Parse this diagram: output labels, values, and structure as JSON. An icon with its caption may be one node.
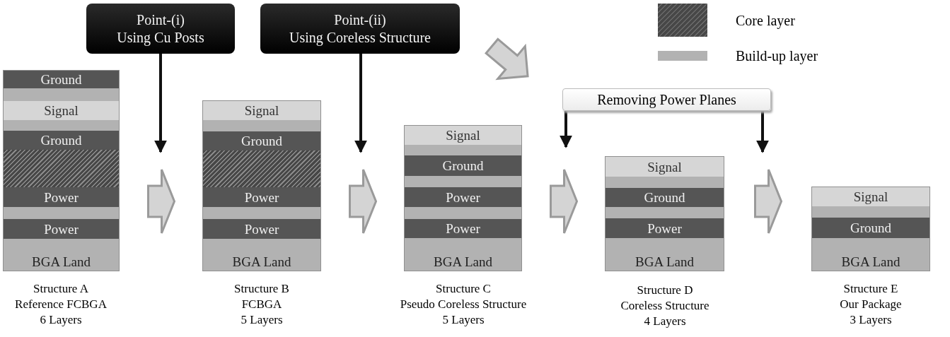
{
  "diagram": {
    "nodes": [
      {
        "text": [],
        "shape": "box",
        "beside": [
          "Structure A",
          "Reference FCBGA",
          "6 Layers"
        ]
      },
      {
        "text": [
          "Ground"
        ],
        "in": 0
      },
      {
        "text": [],
        "shape": "bar",
        "in": 0
      },
      {
        "text": [
          "Signal"
        ],
        "in": 0
      },
      {
        "text": [],
        "shape": "bar",
        "in": 0
      },
      {
        "text": [
          "Ground"
        ],
        "in": 0
      },
      {
        "text": [],
        "shape": "bar",
        "in": 0
      },
      {
        "text": [
          "Power"
        ],
        "in": 0
      },
      {
        "text": [],
        "shape": "bar",
        "in": 0
      },
      {
        "text": [
          "Power"
        ],
        "in": 0
      },
      {
        "text": [
          "BGA Land"
        ],
        "in": 0
      },
      {
        "text": [],
        "shape": "box",
        "beside": [
          "Structure B",
          "FCBGA",
          "5 Layers"
        ]
      },
      {
        "text": [
          "Signal"
        ],
        "in": 11
      },
      {
        "text": [],
        "shape": "bar",
        "in": 11
      },
      {
        "text": [
          "Ground"
        ],
        "in": 11
      },
      {
        "text": [],
        "shape": "bar",
        "in": 11
      },
      {
        "text": [
          "Power"
        ],
        "in": 11
      },
      {
        "text": [],
        "shape": "bar",
        "in": 11
      },
      {
        "text": [
          "Power"
        ],
        "in": 11
      },
      {
        "text": [
          "BGA Land"
        ],
        "in": 11
      },
      {
        "text": [],
        "shape": "box",
        "beside": [
          "Structure C",
          "Pseudo Coreless Structure",
          "5 Layers"
        ]
      },
      {
        "text": [
          "Signal"
        ],
        "in": 20
      },
      {
        "text": [],
        "shape": "bar",
        "in": 20
      },
      {
        "text": [
          "Ground"
        ],
        "in": 20
      },
      {
        "text": [],
        "shape": "bar",
        "in": 20
      },
      {
        "text": [
          "Power"
        ],
        "in": 20
      },
      {
        "text": [],
        "shape": "bar",
        "in": 20
      },
      {
        "text": [
          "Power"
        ],
        "in": 20
      },
      {
        "text": [
          "BGA Land"
        ],
        "in": 20
      },
      {
        "text": [],
        "shape": "box",
        "beside": [
          "Structure D",
          "Coreless Structure",
          "4 Layers"
        ]
      },
      {
        "text": [
          "Signal"
        ],
        "in": 29
      },
      {
        "text": [],
        "shape": "bar",
        "in": 29
      },
      {
        "text": [
          "Ground"
        ],
        "in": 29
      },
      {
        "text": [],
        "shape": "bar",
        "in": 29
      },
      {
        "text": [
          "Power"
        ],
        "in": 29
      },
      {
        "text": [
          "BGA Land"
        ],
        "in": 29
      },
      {
        "text": [],
        "shape": "box",
        "beside": [
          "Structure E",
          "Our Package",
          "3 Layers"
        ]
      },
      {
        "text": [
          "Signal"
        ],
        "in": 36
      },
      {
        "text": [],
        "shape": "bar",
        "in": 36
      },
      {
        "text": [
          "Ground"
        ],
        "in": 36
      },
      {
        "text": [
          "BGA Land"
        ],
        "in": 36
      },
      {
        "text": [
          "Point-(i)",
          "Using Cu Posts"
        ]
      },
      {
        "text": [
          "Point-(ii)",
          "Using Coreless Structure"
        ]
      },
      {
        "text": [
          "Removing Power Planes"
        ]
      }
    ],
    "edges": [
      {
        "from": 0,
        "to": 11,
        "arrow": "to",
        "style": "thick"
      },
      {
        "from": 11,
        "to": 20,
        "arrow": "to",
        "style": "thick"
      },
      {
        "from": 20,
        "to": 29,
        "arrow": "to",
        "style": "thick"
      },
      {
        "from": 29,
        "to": 36,
        "arrow": "to",
        "style": "thick"
      },
      {
        "from": 41,
        "to": null,
        "arrow": "to"
      },
      {
        "from": 42,
        "to": null,
        "arrow": "to"
      },
      {
        "from": 43,
        "to": null,
        "arrow": "to"
      },
      {
        "from": 43,
        "to": null,
        "arrow": "to"
      }
    ],
    "legend": [
      {
        "text": "Core layer"
      },
      {
        "text": "Build-up layer",
        "color": "#b2b2b2"
      }
    ]
  }
}
